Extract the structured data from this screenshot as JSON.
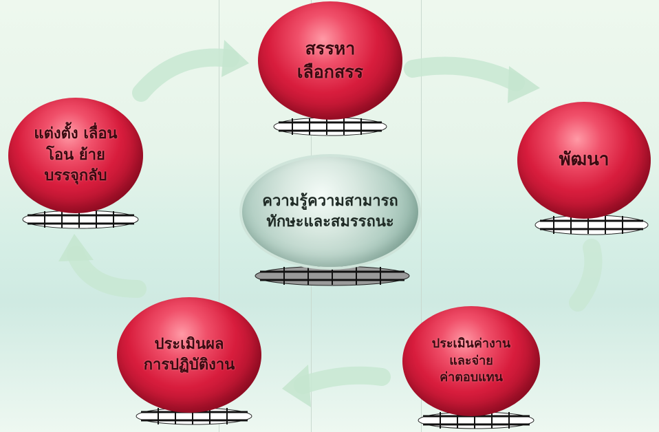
{
  "diagram": {
    "center": {
      "lines": [
        "ความรู้ความสามารถ",
        "ทักษะและสมรรถนะ"
      ]
    },
    "nodes": {
      "recruit": {
        "lines": [
          "สรรหา",
          "เลือกสรร"
        ]
      },
      "develop": {
        "lines": [
          "พัฒนา"
        ]
      },
      "compensation": {
        "lines": [
          "ประเมินค่างาน",
          "และจ่าย",
          "ค่าตอบแทน"
        ]
      },
      "performance": {
        "lines": [
          "ประเมินผล",
          "การปฏิบัติงาน"
        ]
      },
      "appoint": {
        "lines": [
          "แต่งตั้ง เลื่อน",
          "โอน ย้าย",
          "บรรจุกลับ"
        ]
      }
    }
  },
  "colors": {
    "sphere": "#d81d3d",
    "center_sphere": "#b3cfc4",
    "arrow": "#bfe2c9",
    "text": "#3a0a10"
  }
}
